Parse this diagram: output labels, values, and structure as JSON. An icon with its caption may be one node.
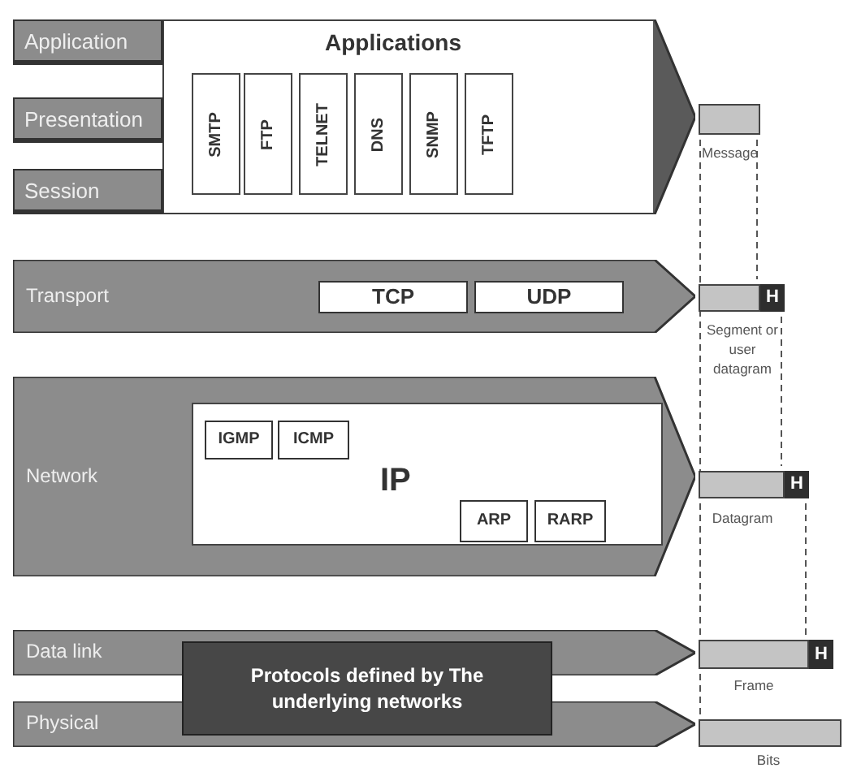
{
  "diagram": {
    "nodes": [
      {
        "text": [
          "Application"
        ]
      },
      {
        "text": [
          "Presentation"
        ]
      },
      {
        "text": [
          "Session"
        ]
      },
      {
        "text": [
          "Applications"
        ]
      },
      {
        "text": [
          "SMTP"
        ],
        "in": 3
      },
      {
        "text": [
          "FTP"
        ],
        "in": 3
      },
      {
        "text": [
          "TELNET"
        ],
        "in": 3
      },
      {
        "text": [
          "DNS"
        ],
        "in": 3
      },
      {
        "text": [
          "SNMP"
        ],
        "in": 3
      },
      {
        "text": [
          "TFTP"
        ],
        "in": 3
      },
      {
        "text": [],
        "shape": "bar",
        "beside": [
          "Message"
        ]
      },
      {
        "text": [
          "Transport"
        ]
      },
      {
        "text": [
          "TCP"
        ],
        "in": 11
      },
      {
        "text": [
          "UDP"
        ],
        "in": 11
      },
      {
        "text": [],
        "shape": "bar",
        "beside": [
          "Segment or user datagram"
        ]
      },
      {
        "text": [
          "H"
        ]
      },
      {
        "text": [
          "Network"
        ]
      },
      {
        "text": [
          "IP"
        ],
        "in": 16
      },
      {
        "text": [
          "IGMP"
        ],
        "in": 17
      },
      {
        "text": [
          "ICMP"
        ],
        "in": 17
      },
      {
        "text": [
          "ARP"
        ],
        "in": 17
      },
      {
        "text": [
          "RARP"
        ],
        "in": 17
      },
      {
        "text": [],
        "shape": "bar",
        "beside": [
          "Datagram"
        ]
      },
      {
        "text": [
          "H"
        ]
      },
      {
        "text": [
          "Data link"
        ]
      },
      {
        "text": [
          "Physical"
        ]
      },
      {
        "text": [
          "Protocols defined by The underlying networks"
        ]
      },
      {
        "text": [],
        "shape": "bar",
        "beside": [
          "Frame"
        ]
      },
      {
        "text": [
          "H"
        ]
      },
      {
        "text": [],
        "shape": "bar",
        "beside": [
          "Bits"
        ]
      }
    ],
    "edges": []
  }
}
